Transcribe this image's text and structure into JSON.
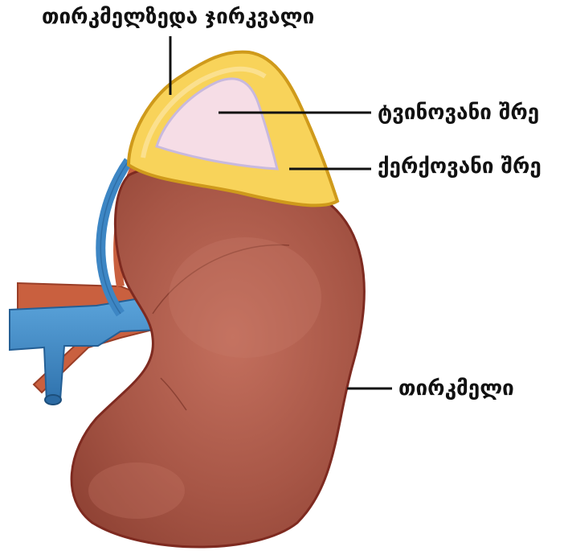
{
  "labels": {
    "adrenal_gland": "თირკმელზედა ჯირკვალი",
    "medulla": "ტვინოვანი შრე",
    "cortex": "ქერქოვანი შრე",
    "kidney": "თირკმელი"
  },
  "colors": {
    "kidney": "#a05040",
    "kidney_outline": "#8a2d22",
    "adrenal_cortex": "#f8d35a",
    "adrenal_outline": "#d9a21c",
    "adrenal_medulla": "#f6dde6",
    "vein": "#3d86c4",
    "artery": "#c45a3a",
    "leader_line": "#111111"
  }
}
